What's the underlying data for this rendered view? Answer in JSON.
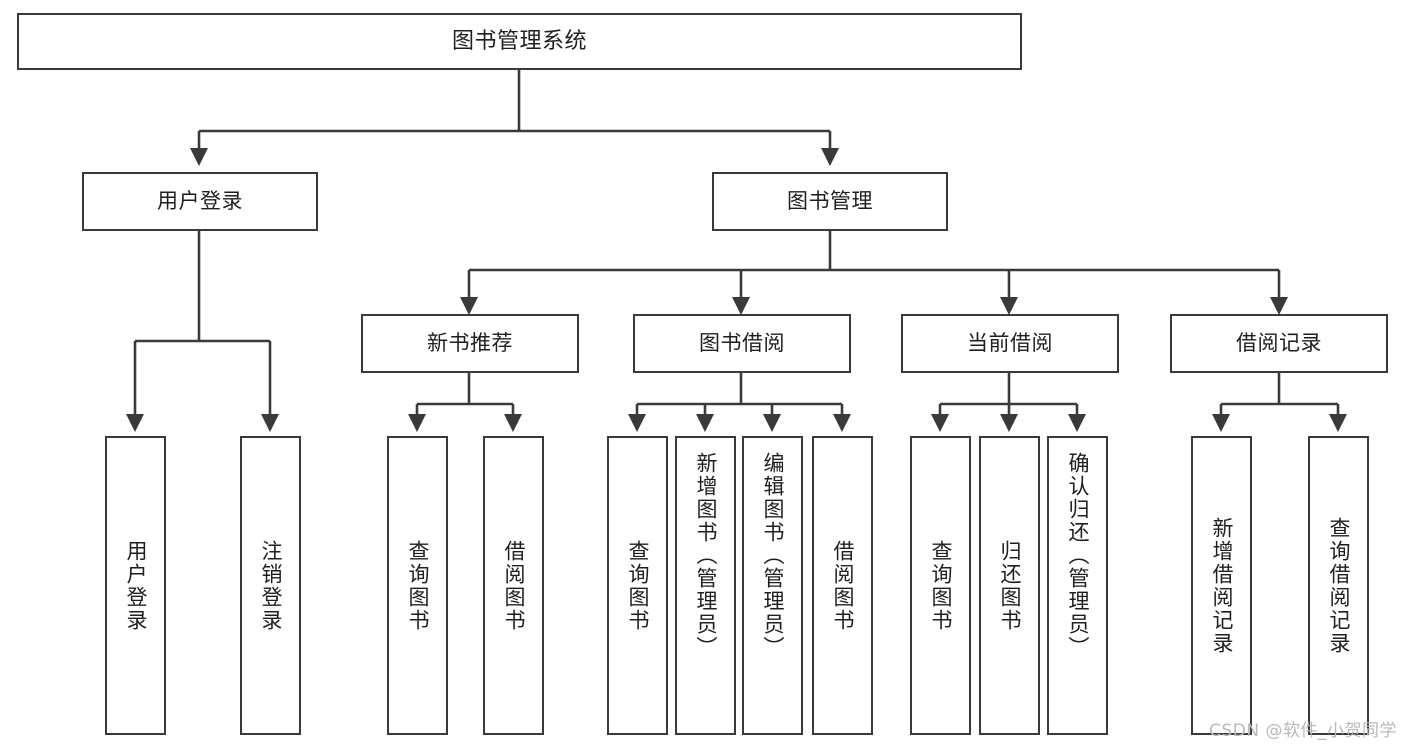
{
  "diagram": {
    "title": "图书管理系统",
    "watermark": "CSDN @软件_小贺同学",
    "stroke_color": "#3a3a3a",
    "background_color": "#ffffff",
    "text_color": "#1f1f1f",
    "watermark_color": "#b9b9b9"
  },
  "levels": {
    "root": {
      "label": "图书管理系统"
    },
    "level1": [
      {
        "label": "用户登录"
      },
      {
        "label": "图书管理"
      }
    ],
    "level2": [
      {
        "label": "新书推荐"
      },
      {
        "label": "图书借阅"
      },
      {
        "label": "当前借阅"
      },
      {
        "label": "借阅记录"
      }
    ],
    "leaves": {
      "user_login": [
        {
          "label": "用户登录"
        },
        {
          "label": "注销登录"
        }
      ],
      "new_book": [
        {
          "label": "查询图书"
        },
        {
          "label": "借阅图书"
        }
      ],
      "book_borrow": [
        {
          "label": "查询图书"
        },
        {
          "label": "新增图书（管理员）"
        },
        {
          "label": "编辑图书（管理员）"
        },
        {
          "label": "借阅图书"
        }
      ],
      "current_borrow": [
        {
          "label": "查询图书"
        },
        {
          "label": "归还图书"
        },
        {
          "label": "确认归还（管理员）"
        }
      ],
      "borrow_record": [
        {
          "label": "新增借阅记录"
        },
        {
          "label": "查询借阅记录"
        }
      ]
    }
  },
  "chart_data": {
    "type": "tree",
    "title": "图书管理系统",
    "nodes": [
      {
        "id": "root",
        "label": "图书管理系统",
        "parent": null,
        "level": 0
      },
      {
        "id": "n1",
        "label": "用户登录",
        "parent": "root",
        "level": 1
      },
      {
        "id": "n2",
        "label": "图书管理",
        "parent": "root",
        "level": 1
      },
      {
        "id": "n1a",
        "label": "用户登录",
        "parent": "n1",
        "level": 2
      },
      {
        "id": "n1b",
        "label": "注销登录",
        "parent": "n1",
        "level": 2
      },
      {
        "id": "n2a",
        "label": "新书推荐",
        "parent": "n2",
        "level": 2
      },
      {
        "id": "n2b",
        "label": "图书借阅",
        "parent": "n2",
        "level": 2
      },
      {
        "id": "n2c",
        "label": "当前借阅",
        "parent": "n2",
        "level": 2
      },
      {
        "id": "n2d",
        "label": "借阅记录",
        "parent": "n2",
        "level": 2
      },
      {
        "id": "n2a1",
        "label": "查询图书",
        "parent": "n2a",
        "level": 3
      },
      {
        "id": "n2a2",
        "label": "借阅图书",
        "parent": "n2a",
        "level": 3
      },
      {
        "id": "n2b1",
        "label": "查询图书",
        "parent": "n2b",
        "level": 3
      },
      {
        "id": "n2b2",
        "label": "新增图书（管理员）",
        "parent": "n2b",
        "level": 3
      },
      {
        "id": "n2b3",
        "label": "编辑图书（管理员）",
        "parent": "n2b",
        "level": 3
      },
      {
        "id": "n2b4",
        "label": "借阅图书",
        "parent": "n2b",
        "level": 3
      },
      {
        "id": "n2c1",
        "label": "查询图书",
        "parent": "n2c",
        "level": 3
      },
      {
        "id": "n2c2",
        "label": "归还图书",
        "parent": "n2c",
        "level": 3
      },
      {
        "id": "n2c3",
        "label": "确认归还（管理员）",
        "parent": "n2c",
        "level": 3
      },
      {
        "id": "n2d1",
        "label": "新增借阅记录",
        "parent": "n2d",
        "level": 3
      },
      {
        "id": "n2d2",
        "label": "查询借阅记录",
        "parent": "n2d",
        "level": 3
      }
    ]
  }
}
